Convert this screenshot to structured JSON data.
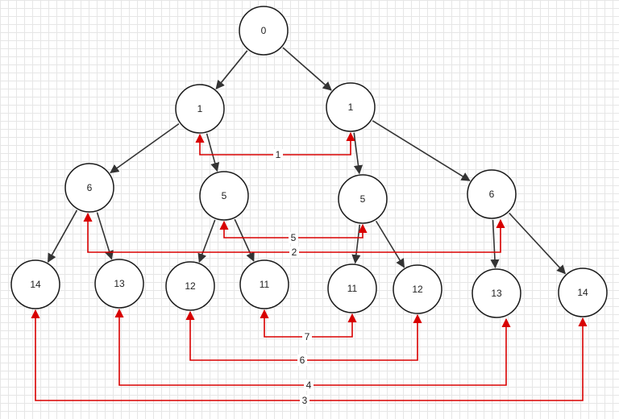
{
  "nodes": [
    {
      "id": "n0",
      "label": "0"
    },
    {
      "id": "n1a",
      "label": "1"
    },
    {
      "id": "n1b",
      "label": "1"
    },
    {
      "id": "n6a",
      "label": "6"
    },
    {
      "id": "n5a",
      "label": "5"
    },
    {
      "id": "n5b",
      "label": "5"
    },
    {
      "id": "n6b",
      "label": "6"
    },
    {
      "id": "n14a",
      "label": "14"
    },
    {
      "id": "n13a",
      "label": "13"
    },
    {
      "id": "n12a",
      "label": "12"
    },
    {
      "id": "n11a",
      "label": "11"
    },
    {
      "id": "n11b",
      "label": "11"
    },
    {
      "id": "n12b",
      "label": "12"
    },
    {
      "id": "n13b",
      "label": "13"
    },
    {
      "id": "n14b",
      "label": "14"
    }
  ],
  "edges": [
    {
      "from": "n0",
      "to": "n1a"
    },
    {
      "from": "n0",
      "to": "n1b"
    },
    {
      "from": "n1a",
      "to": "n6a"
    },
    {
      "from": "n1a",
      "to": "n5a"
    },
    {
      "from": "n1b",
      "to": "n5b"
    },
    {
      "from": "n1b",
      "to": "n6b"
    },
    {
      "from": "n6a",
      "to": "n14a"
    },
    {
      "from": "n6a",
      "to": "n13a"
    },
    {
      "from": "n5a",
      "to": "n12a"
    },
    {
      "from": "n5a",
      "to": "n11a"
    },
    {
      "from": "n5b",
      "to": "n11b"
    },
    {
      "from": "n5b",
      "to": "n12b"
    },
    {
      "from": "n6b",
      "to": "n13b"
    },
    {
      "from": "n6b",
      "to": "n14b"
    }
  ],
  "links": [
    {
      "a": "n1a",
      "b": "n1b",
      "label": "1"
    },
    {
      "a": "n6a",
      "b": "n6b",
      "label": "2"
    },
    {
      "a": "n14a",
      "b": "n14b",
      "label": "3"
    },
    {
      "a": "n13a",
      "b": "n13b",
      "label": "4"
    },
    {
      "a": "n5a",
      "b": "n5b",
      "label": "5"
    },
    {
      "a": "n12a",
      "b": "n12b",
      "label": "6"
    },
    {
      "a": "n11a",
      "b": "n11b",
      "label": "7"
    }
  ]
}
